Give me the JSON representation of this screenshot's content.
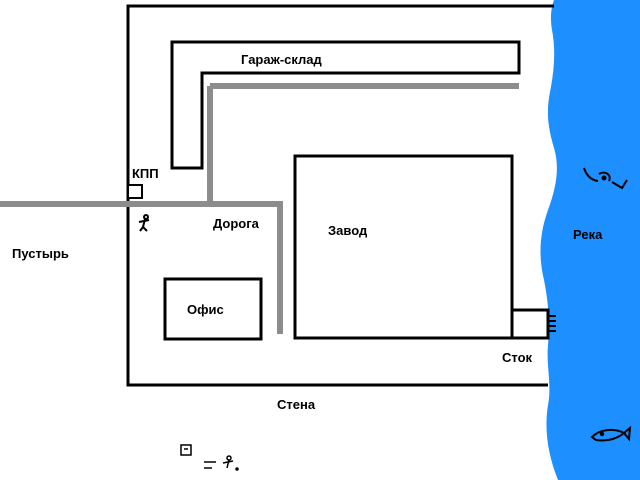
{
  "labels": {
    "garage": "Гараж-склад",
    "checkpoint": "КПП",
    "road": "Дорога",
    "factory": "Завод",
    "river": "Река",
    "desert": "Пустырь",
    "office": "Офис",
    "drain": "Сток",
    "wall": "Стена"
  },
  "colors": {
    "river": "#1e8fff",
    "road": "#8c8c8c",
    "outline": "#000000",
    "background": "#ffffff"
  },
  "icons": [
    "guard-figure-icon",
    "swimmer-icon",
    "fish-icon",
    "person-icon"
  ]
}
